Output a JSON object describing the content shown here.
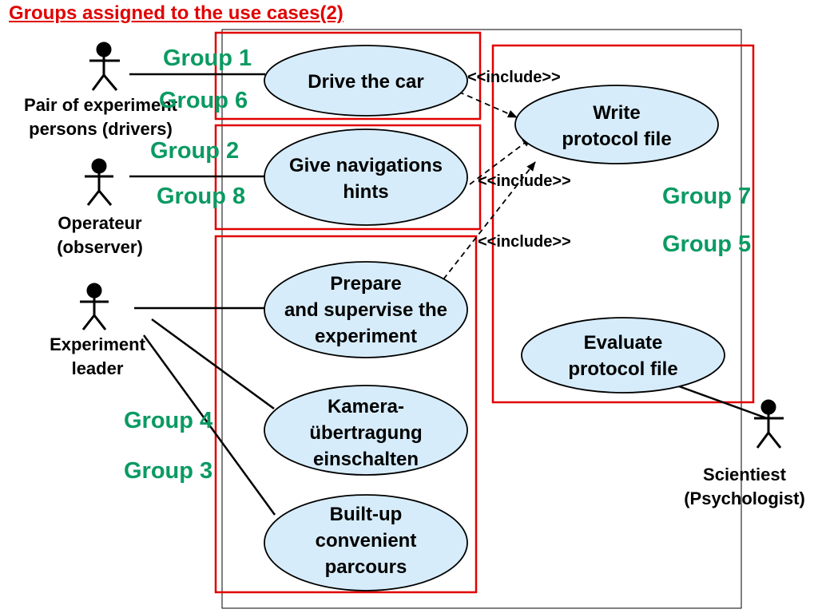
{
  "title": "Groups assigned to the use cases(2)",
  "colors": {
    "title": "#e00000",
    "group_frame": "#e00000",
    "group_label": "#0a9a62",
    "use_case_fill": "#d6ecfa",
    "line": "#000000"
  },
  "actors": {
    "drivers": {
      "line1": "Pair of experiment",
      "line2": "persons (drivers)"
    },
    "observer": {
      "line1": "Operateur",
      "line2": "(observer)"
    },
    "leader": {
      "line1": "Experiment",
      "line2": "leader"
    },
    "scientist": {
      "line1": "Scientiest",
      "line2": "(Psychologist)"
    }
  },
  "use_cases": {
    "drive": {
      "lines": [
        "Drive the car"
      ]
    },
    "navigation": {
      "line1": "Give navigations",
      "line2": "hints"
    },
    "write": {
      "line1": "Write",
      "line2": "protocol file"
    },
    "prepare": {
      "line1": "Prepare",
      "line2": "and supervise the",
      "line3": "experiment"
    },
    "evaluate": {
      "line1": "Evaluate",
      "line2": "protocol file"
    },
    "kamera": {
      "line1": "Kamera-",
      "line2": "übertragung",
      "line3": "einschalten"
    },
    "parcours": {
      "line1": "Built-up",
      "line2": "convenient",
      "line3": "parcours"
    }
  },
  "groups": {
    "g1": "Group 1",
    "g6": "Group 6",
    "g2": "Group 2",
    "g8": "Group 8",
    "g7": "Group 7",
    "g5": "Group 5",
    "g4": "Group 4",
    "g3": "Group 3"
  },
  "include_labels": {
    "a": "<<include>>",
    "b": "<<include>>",
    "c": "<<include>>"
  }
}
